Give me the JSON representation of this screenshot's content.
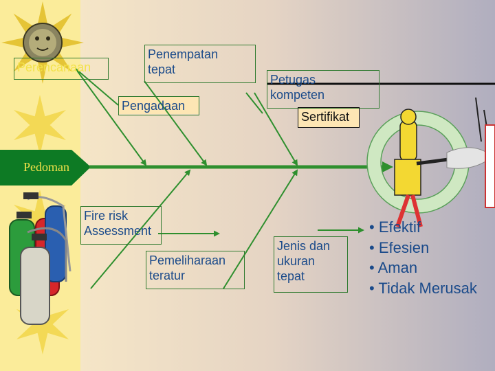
{
  "colors": {
    "stripe_yellow": "#fbec9a",
    "page_gradient_start": "#fcedc8",
    "page_gradient_end": "#b0aebf",
    "branch_green": "#2e8f2e",
    "box_border": "#2f7a2f",
    "text_blue": "#1a4a8a",
    "text_yellow": "#f3e24a",
    "ring_green": "#cfe8c2",
    "label_bg": "#fde6b4"
  },
  "causes": {
    "perencanaan": "Perencanaan",
    "penempatan": "Penempatan\ntepat",
    "pengadaan": "Pengadaan",
    "petugas": "Petugas\nkompeten",
    "sertifikat": "Sertifikat",
    "fire_risk": "Fire risk\nAssessment",
    "pemeliharaan": "Pemeliharaan\nteratur",
    "jenis": "Jenis dan\nukuran\ntepat"
  },
  "spine_label": "Pedoman",
  "outcomes": [
    "• Efektif",
    "• Efesien",
    "• Aman",
    "• Tidak Merusak"
  ],
  "icons": {
    "left_decoration": "sun-icon",
    "extinguishers": "fire-extinguisher-icon",
    "firefighter": "firefighter-icon"
  }
}
